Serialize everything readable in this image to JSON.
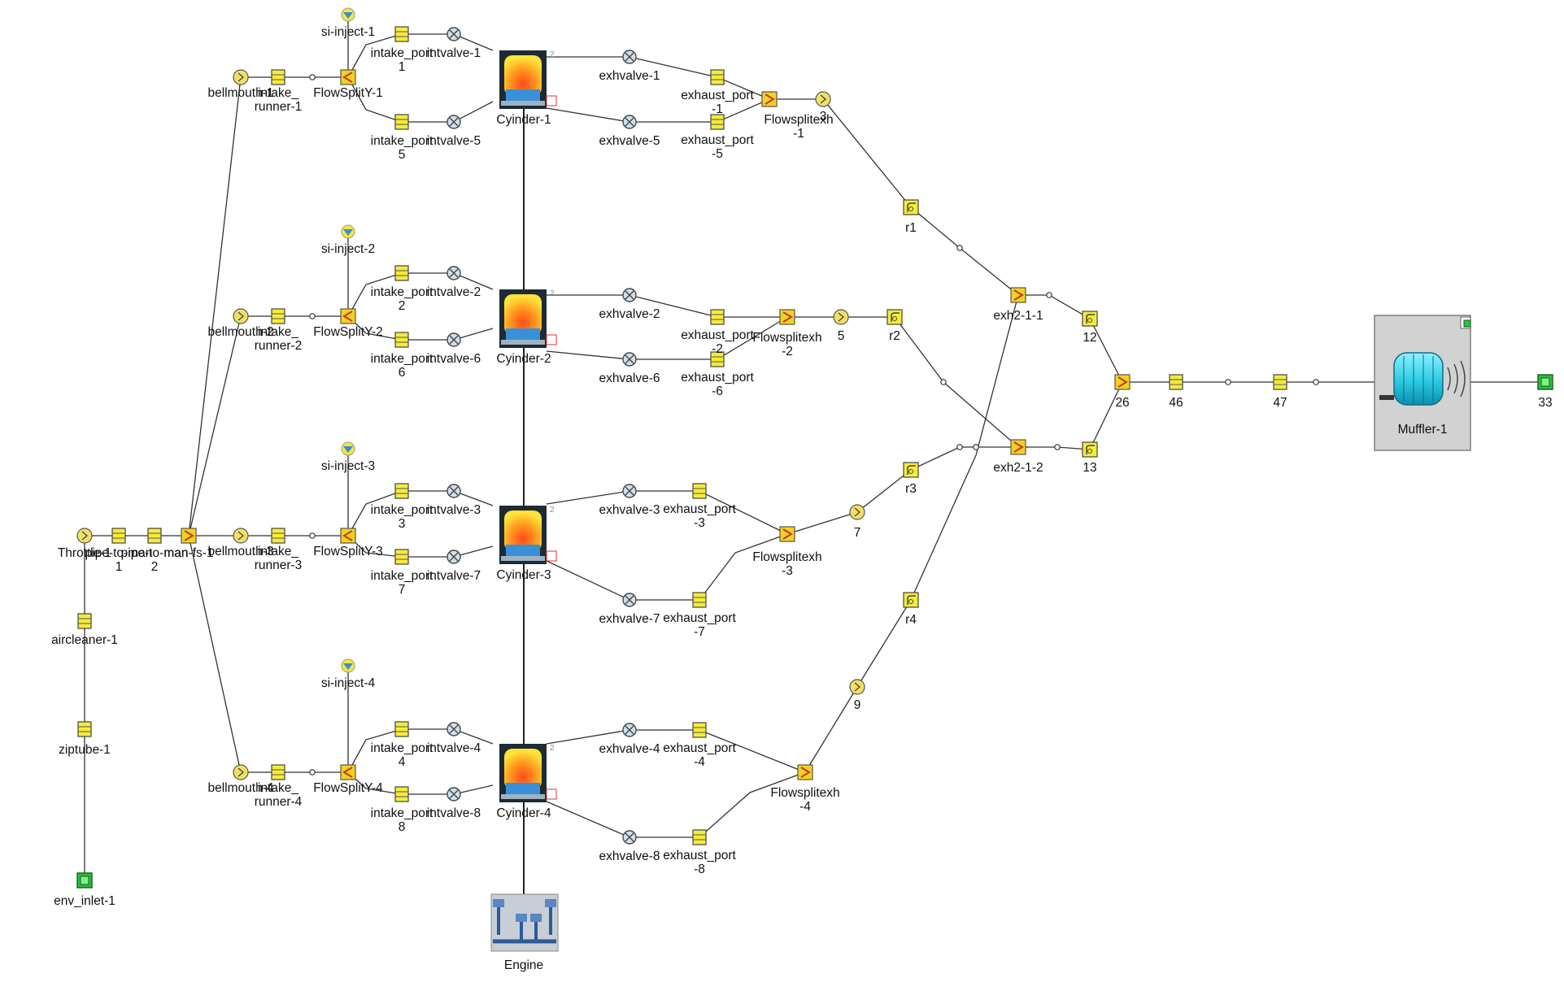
{
  "colors": {
    "cylinder_frame": "#1e2b33",
    "cylinder_top": "#f7d11c",
    "cylinder_bottom": "#3a8fd9",
    "pipe_fill": "#f4ec3a",
    "boundary": "#27c23a",
    "muffler_body": "#2fd0e6",
    "muffler_box": "#d2d2d2",
    "engine": "#5a86c2"
  },
  "icons": {
    "cylinder": "engine-cylinder-icon",
    "valve": "valve-icon",
    "pipe": "pipe-icon",
    "bellmouth": "bellmouth-icon",
    "flowsplit": "flowsplit-icon",
    "injector": "injector-icon",
    "muffler": "muffler-icon",
    "engine": "engine-crank-icon",
    "boundary": "environment-boundary-icon"
  },
  "diagram": {
    "labels": {
      "si_inject_1": "si-inject-1",
      "si_inject_2": "si-inject-2",
      "si_inject_3": "si-inject-3",
      "si_inject_4": "si-inject-4",
      "intake_port_1": "intake_port\n1",
      "intake_port_2": "intake_port\n2",
      "intake_port_3": "intake_port\n3",
      "intake_port_4": "intake_port\n4",
      "intake_port_5": "intake_port\n5",
      "intake_port_6": "intake_port\n6",
      "intake_port_7": "intake_port\n7",
      "intake_port_8": "intake_port\n8",
      "intvalve_1": "intvalve-1",
      "intvalve_2": "intvalve-2",
      "intvalve_3": "intvalve-3",
      "intvalve_4": "intvalve-4",
      "intvalve_5": "intvalve-5",
      "intvalve_6": "intvalve-6",
      "intvalve_7": "intvalve-7",
      "intvalve_8": "intvalve-8",
      "bellmouth_1": "bellmouth-1",
      "bellmouth_2": "bellmouth-2",
      "bellmouth_3": "bellmouth-3",
      "bellmouth_4": "bellmouth-4",
      "intake_runner_1": "intake_\nrunner-1",
      "intake_runner_2": "intake_\nrunner-2",
      "intake_runner_3": "intake_\nrunner-3",
      "intake_runner_4": "intake_\nrunner-4",
      "flowsplity_1": "FlowSplitY-1",
      "flowsplity_2": "FlowSplitY-2",
      "flowsplity_3": "FlowSplitY-3",
      "flowsplity_4": "FlowSplitY-4",
      "cylinder_1": "Cyinder-1",
      "cylinder_2": "Cyinder-2",
      "cylinder_3": "Cyinder-3",
      "cylinder_4": "Cyinder-4",
      "exhvalve_1": "exhvalve-1",
      "exhvalve_2": "exhvalve-2",
      "exhvalve_3": "exhvalve-3",
      "exhvalve_4": "exhvalve-4",
      "exhvalve_5": "exhvalve-5",
      "exhvalve_6": "exhvalve-6",
      "exhvalve_7": "exhvalve-7",
      "exhvalve_8": "exhvalve-8",
      "exhaust_port_1": "exhaust_port\n-1",
      "exhaust_port_2": "exhaust_port\n-2",
      "exhaust_port_3": "exhaust_port\n-3",
      "exhaust_port_4": "exhaust_port\n-4",
      "exhaust_port_5": "exhaust_port\n-5",
      "exhaust_port_6": "exhaust_port\n-6",
      "exhaust_port_7": "exhaust_port\n-7",
      "exhaust_port_8": "exhaust_port\n-8",
      "flowsplitexh_1": "Flowsplitexh\n-1",
      "flowsplitexh_2": "Flowsplitexh\n-2",
      "flowsplitexh_3": "Flowsplitexh\n-3",
      "flowsplitexh_4": "Flowsplitexh\n-4",
      "n3": "3",
      "n5": "5",
      "n7": "7",
      "n9": "9",
      "r1": "r1",
      "r2": "r2",
      "r3": "r3",
      "r4": "r4",
      "exh2_1_1": "exh2-1-1",
      "exh2_1_2": "exh2-1-2",
      "n12": "12",
      "n13": "13",
      "n26": "26",
      "n46": "46",
      "n47": "47",
      "muffler_1": "Muffler-1",
      "n33": "33",
      "engine": "Engine",
      "throttle_1": "Throttle-1",
      "pipe_to_man_1": "pipe-to-man\n1",
      "pipe_to_man_2": "pipe-to-man\n2",
      "man_fs_1": "man-fs-1",
      "aircleaner_1": "aircleaner-1",
      "ziptube_1": "ziptube-1",
      "env_inlet_1": "env_inlet-1"
    }
  }
}
